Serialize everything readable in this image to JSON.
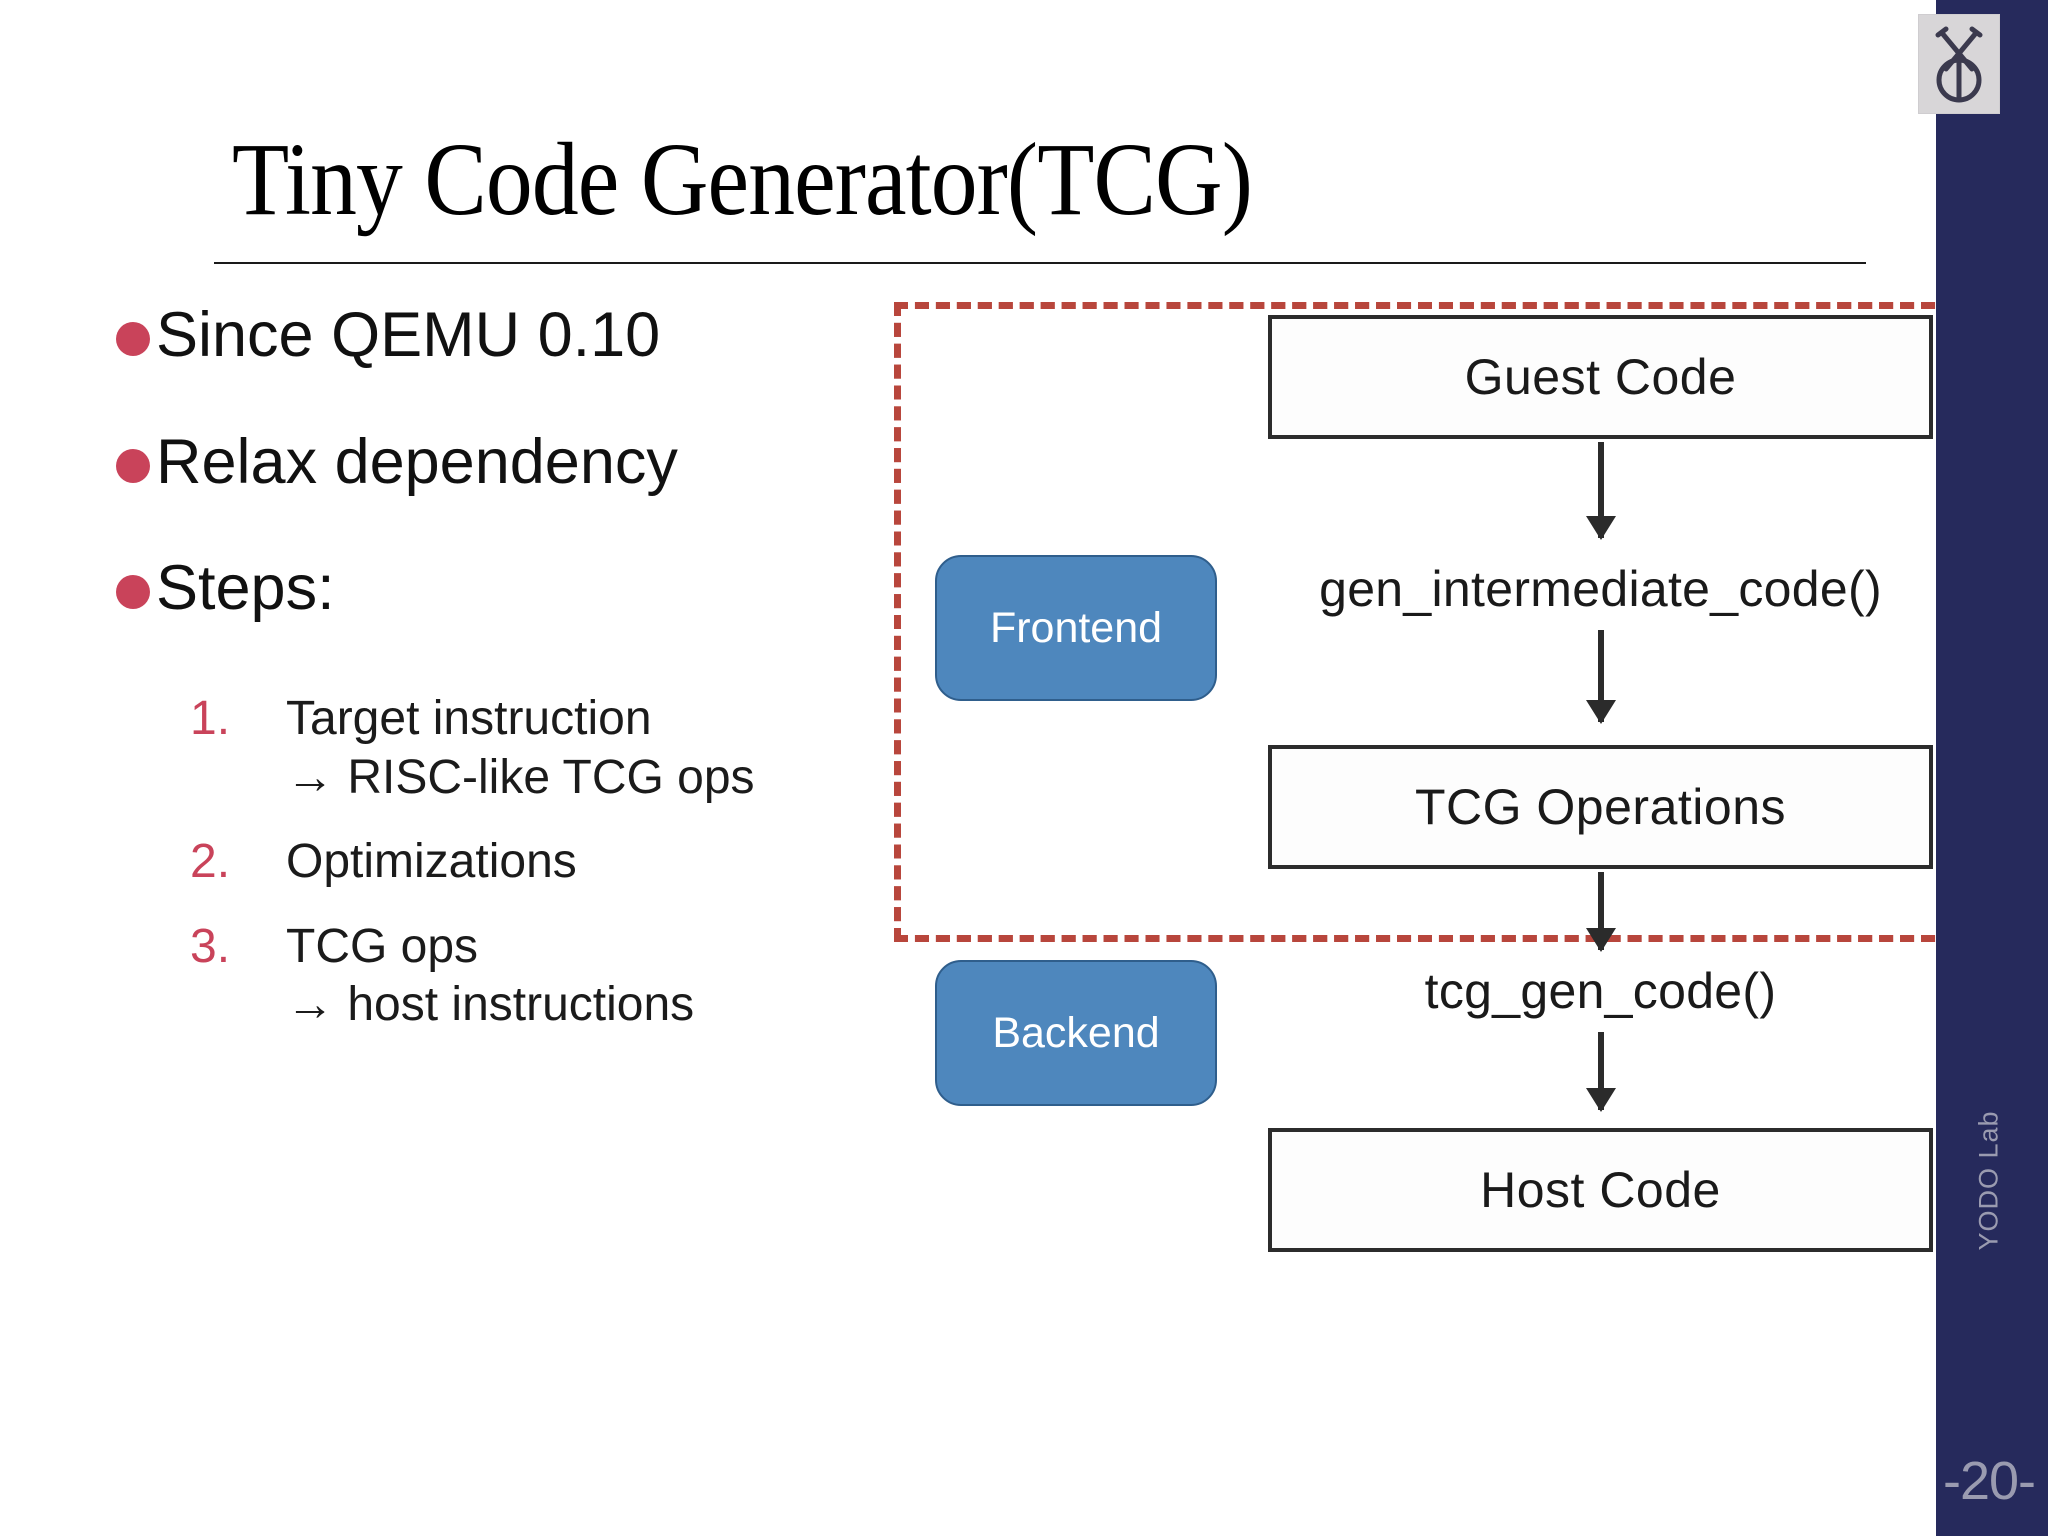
{
  "slide": {
    "title": "Tiny Code Generator(TCG)",
    "page_number": "-20-",
    "lab_name": "YODO Lab",
    "logo_icon": "crossed-keys-ring-logo-icon",
    "accent_color": "#c9435a",
    "band_color": "#262a5c",
    "dash_color": "#b8463c",
    "pill_color": "#4e87bd"
  },
  "bullets": [
    {
      "text": "Since QEMU 0.10"
    },
    {
      "text": "Relax dependency"
    },
    {
      "text": "Steps:"
    }
  ],
  "steps": [
    {
      "num": "1.",
      "text": "Target instruction\n→ RISC-like TCG ops"
    },
    {
      "num": "2.",
      "text": "Optimizations"
    },
    {
      "num": "3.",
      "text": "TCG ops\n→ host instructions"
    }
  ],
  "diagram": {
    "stages": [
      {
        "label": "Guest Code"
      },
      {
        "label": "gen_intermediate_code()"
      },
      {
        "label": "TCG Operations"
      },
      {
        "label": "tcg_gen_code()"
      },
      {
        "label": "Host Code"
      }
    ],
    "phases": [
      {
        "label": "Frontend"
      },
      {
        "label": "Backend"
      }
    ]
  }
}
